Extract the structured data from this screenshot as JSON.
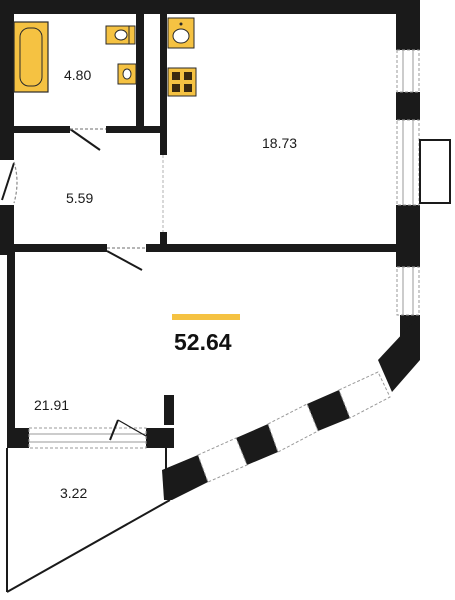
{
  "plan": {
    "total_area": "52.64",
    "rooms": [
      {
        "id": "bathroom",
        "area": "4.80"
      },
      {
        "id": "kitchen-room",
        "area": "18.73"
      },
      {
        "id": "hallway",
        "area": "5.59"
      },
      {
        "id": "living-room",
        "area": "21.91"
      },
      {
        "id": "balcony",
        "area": "3.22"
      }
    ]
  },
  "colors": {
    "wall": "#1a1a1a",
    "accent": "#f5c242",
    "fixture_outline": "#2a2a2a",
    "window_frame": "#9a9a9a"
  },
  "icons": [
    "bathtub-icon",
    "toilet-icon",
    "sink-icon",
    "stove-icon",
    "door-swing-icon",
    "window-icon"
  ]
}
